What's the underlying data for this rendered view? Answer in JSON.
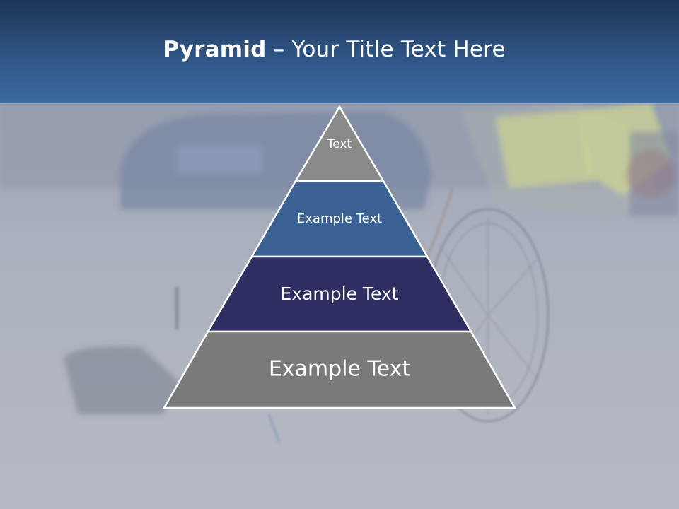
{
  "title": {
    "bold": "Pyramid",
    "rest": " – Your Title Text Here"
  },
  "pyramid": {
    "tiers": [
      {
        "label": "Text",
        "color": "#8a8a8a"
      },
      {
        "label": "Example Text",
        "color": "#3a6194"
      },
      {
        "label": "Example Text",
        "color": "#2e2e62"
      },
      {
        "label": "Example Text",
        "color": "#7a7a7a"
      }
    ]
  }
}
